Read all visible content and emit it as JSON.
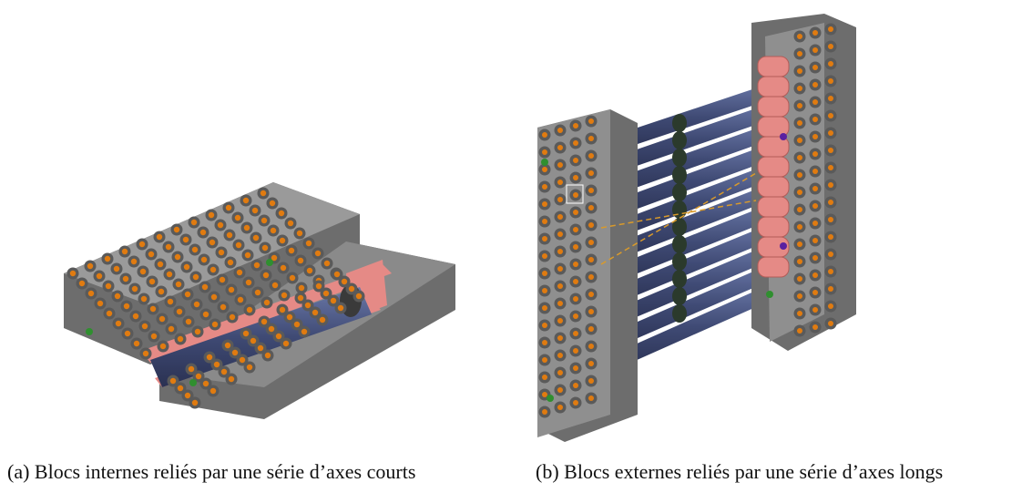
{
  "figures": [
    {
      "id": "a",
      "caption": "(a) Blocs internes reliés par une série d’axes courts"
    },
    {
      "id": "b",
      "caption": "(b) Blocs externes reliés par une série d’axes longs"
    }
  ],
  "colors": {
    "block_gray": "#8f8f8f",
    "block_dark": "#5a5a5a",
    "pin_orange": "#e07b10",
    "axle_blue": "#3f4a74",
    "axle_blue_light": "#6a78a8",
    "plate_pink": "#e58a86",
    "connector_dark": "#2b3a2c",
    "marker_green": "#2f8f2f",
    "marker_purple": "#5a20a0"
  }
}
